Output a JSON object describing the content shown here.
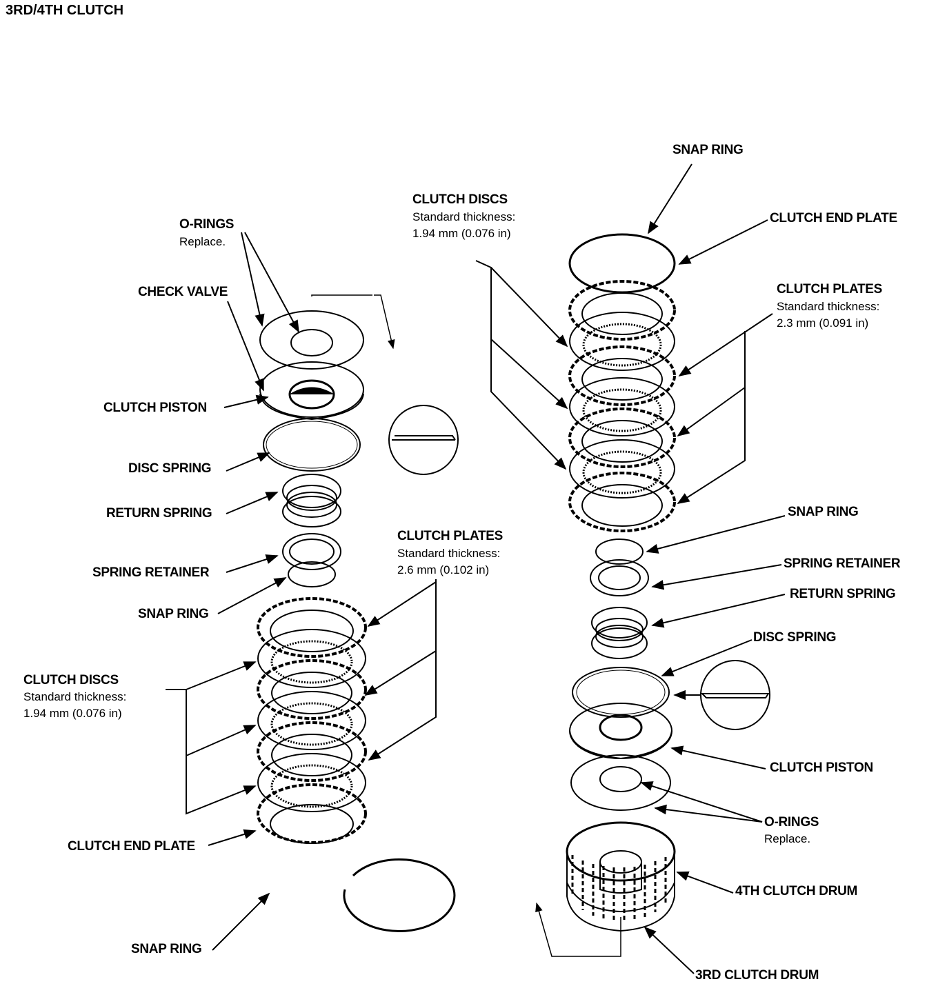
{
  "title": "3RD/4TH CLUTCH",
  "left": {
    "o_rings": {
      "name": "O-RINGS",
      "note": "Replace."
    },
    "check_valve": "CHECK VALVE",
    "clutch_piston": "CLUTCH PISTON",
    "disc_spring": "DISC SPRING",
    "return_spring": "RETURN SPRING",
    "spring_retainer": "SPRING RETAINER",
    "snap_ring": "SNAP RING",
    "clutch_discs": {
      "name": "CLUTCH DISCS",
      "line1": "Standard thickness:",
      "line2": "1.94 mm (0.076 in)"
    },
    "clutch_plates": {
      "name": "CLUTCH PLATES",
      "line1": "Standard thickness:",
      "line2": "2.6 mm (0.102 in)"
    },
    "clutch_end_plate": "CLUTCH END PLATE",
    "snap_ring_bottom": "SNAP RING"
  },
  "right": {
    "snap_ring_top": "SNAP RING",
    "clutch_end_plate": "CLUTCH END PLATE",
    "clutch_discs": {
      "name": "CLUTCH DISCS",
      "line1": "Standard thickness:",
      "line2": "1.94 mm (0.076 in)"
    },
    "clutch_plates": {
      "name": "CLUTCH PLATES",
      "line1": "Standard thickness:",
      "line2": "2.3 mm (0.091 in)"
    },
    "snap_ring": "SNAP RING",
    "spring_retainer": "SPRING RETAINER",
    "return_spring": "RETURN SPRING",
    "disc_spring": "DISC SPRING",
    "clutch_piston": "CLUTCH PISTON",
    "o_rings": {
      "name": "O-RINGS",
      "note": "Replace."
    },
    "drum_4th": "4TH CLUTCH DRUM",
    "drum_3rd": "3RD CLUTCH DRUM"
  }
}
